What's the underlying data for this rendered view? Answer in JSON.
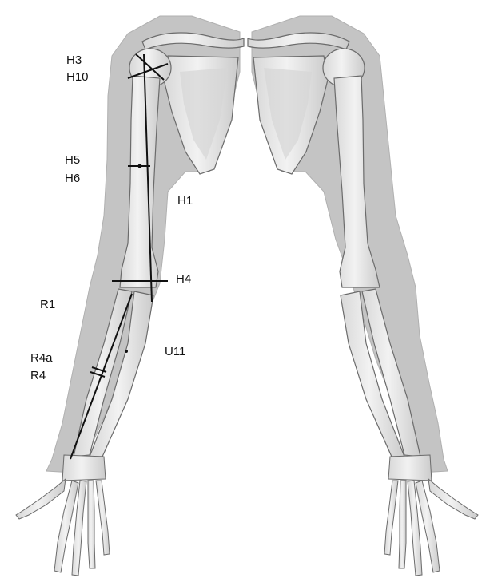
{
  "labels": {
    "h3": "H3",
    "h10": "H10",
    "h5": "H5",
    "h6": "H6",
    "h1": "H1",
    "h4": "H4",
    "r1": "R1",
    "r4a": "R4a",
    "r4": "R4",
    "u11": "U11"
  },
  "colors": {
    "skin": "#c4c4c4",
    "skin_edge": "#b0b0b0",
    "bone": "#ebebeb",
    "bone_shadow": "#cfcfcf",
    "bone_outline": "#6b6b6b",
    "measure_line": "#111111"
  }
}
